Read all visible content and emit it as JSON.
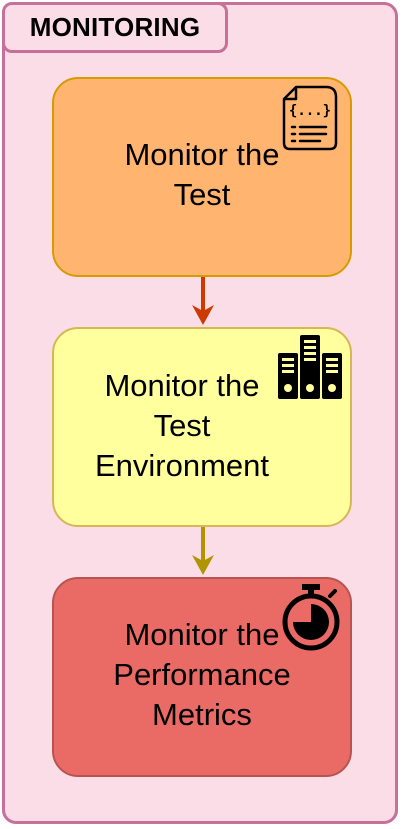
{
  "title": "MONITORING",
  "steps": [
    {
      "line1": "Monitor the",
      "line2": "Test",
      "line3": "",
      "icon": "json-file-icon",
      "fill": "#ffb570",
      "stroke": "#d79b00"
    },
    {
      "line1": "Monitor the",
      "line2": "Test",
      "line3": "Environment",
      "icon": "server-icon",
      "fill": "#ffff9e",
      "stroke": "#d6b656"
    },
    {
      "line1": "Monitor the",
      "line2": "Performance",
      "line3": "Metrics",
      "icon": "stopwatch-icon",
      "fill": "#ea6b66",
      "stroke": "#b85450"
    }
  ],
  "arrows": [
    {
      "color": "#cc3a00"
    },
    {
      "color": "#b09500"
    }
  ]
}
